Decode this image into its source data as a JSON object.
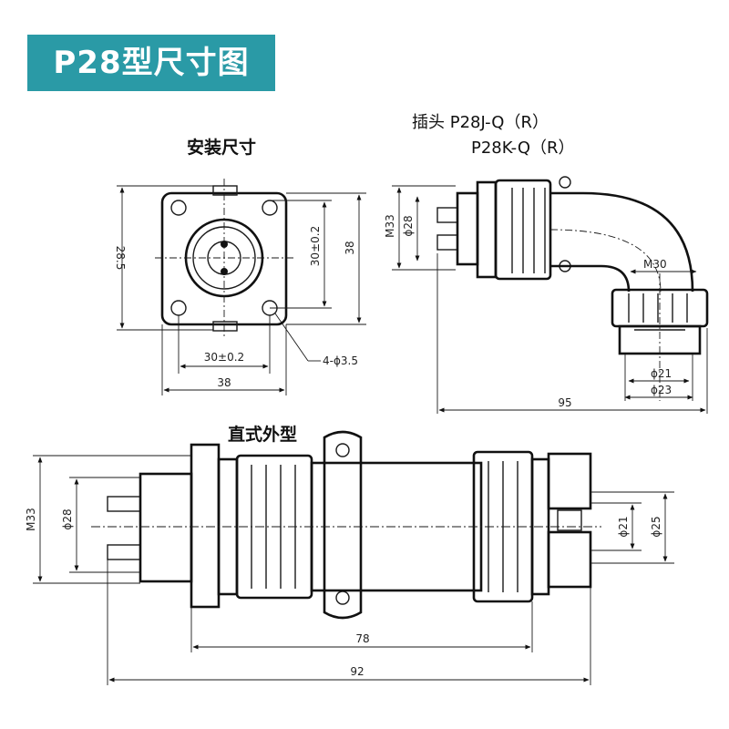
{
  "title": "P28型尺寸图",
  "views": {
    "mounting": {
      "label": "安装尺寸",
      "dims": {
        "height_outer": "28.5",
        "hole_spacing_v": "30±0.2",
        "height_total": "38",
        "hole_spacing_h": "30±0.2",
        "width_total": "38",
        "holes": "4-ϕ3.5"
      }
    },
    "plug": {
      "label_line1": "插头  P28J-Q（R）",
      "label_line2": "P28K-Q（R）",
      "dims": {
        "thread": "M33",
        "dia_inner": "ϕ28",
        "elbow_thread": "M30",
        "dia_21": "ϕ21",
        "dia_23": "ϕ23",
        "length": "95"
      }
    },
    "straight": {
      "label": "直式外型",
      "dims": {
        "thread": "M33",
        "dia_inner": "ϕ28",
        "dia_21": "ϕ21",
        "dia_25": "ϕ25",
        "length_78": "78",
        "length_92": "92"
      }
    }
  }
}
